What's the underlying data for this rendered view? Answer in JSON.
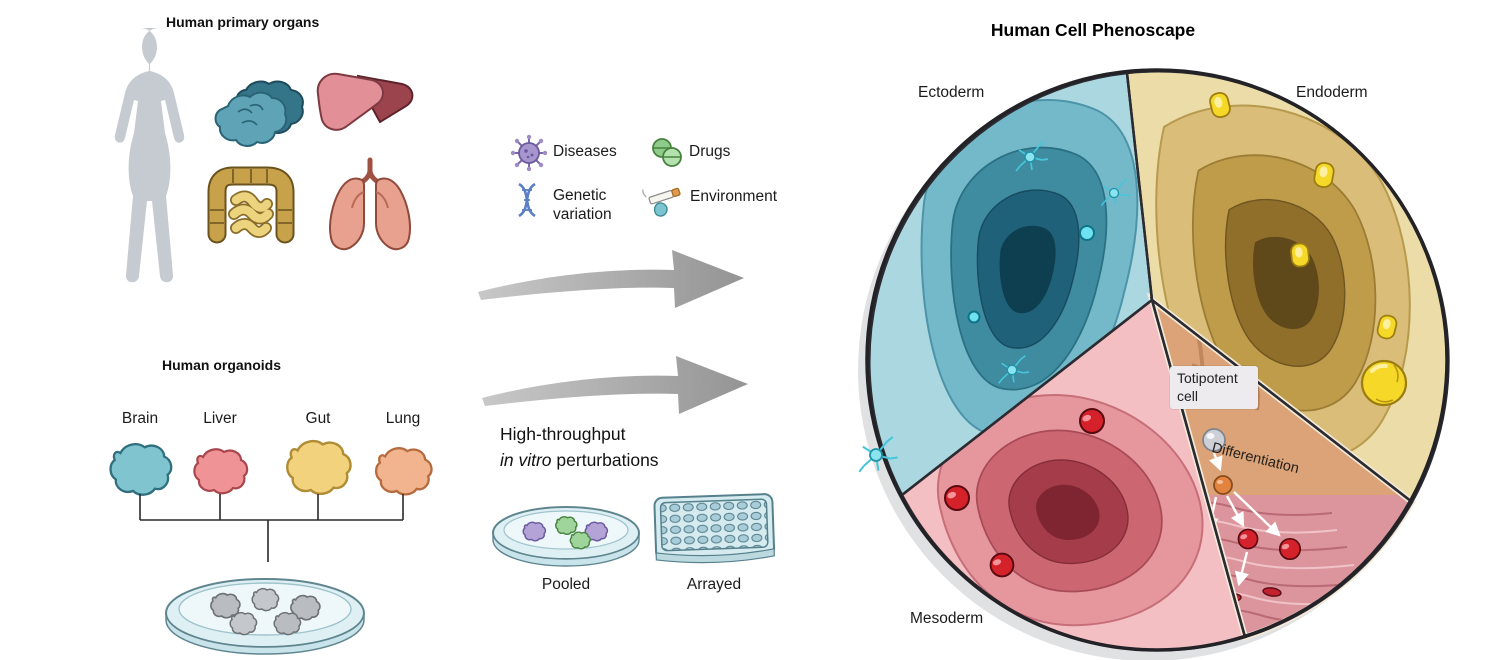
{
  "left": {
    "primary_organs_title": "Human primary organs",
    "organoids_title": "Human organoids",
    "organoid_labels": {
      "brain": "Brain",
      "liver": "Liver",
      "gut": "Gut",
      "lung": "Lung"
    }
  },
  "factors": {
    "diseases": "Diseases",
    "drugs": "Drugs",
    "genetic_variation": "Genetic variation",
    "environment": "Environment"
  },
  "perturbations": {
    "line1": "High-throughput",
    "line2_italic": "in vitro",
    "line2_rest": " perturbations",
    "pooled": "Pooled",
    "arrayed": "Arrayed"
  },
  "phenoscape": {
    "title": "Human Cell Phenoscape",
    "ectoderm": "Ectoderm",
    "endoderm": "Endoderm",
    "mesoderm": "Mesoderm",
    "totipotent_cell": "Totipotent cell",
    "differentiation": "Differentiation"
  },
  "icons": {
    "diseases": "virus-icon",
    "drugs": "pill-icon",
    "genetic_variation": "dna-icon",
    "environment": "cigarette-icon"
  },
  "colors": {
    "ectoderm_base": "#aad7e0",
    "endoderm_base": "#ecdca8",
    "mesoderm_base": "#f4bfc3",
    "wedge_base": "#dba377",
    "brain_organoid": "#7fc4cf",
    "liver_organoid": "#ef9396",
    "gut_organoid": "#f2d27c",
    "lung_organoid": "#f2b48e",
    "red_cell": "#d5212a",
    "yellow_cell": "#f6d829",
    "neuron_cyan": "#45c6db",
    "arrow_gray": "#a8a8a8"
  }
}
